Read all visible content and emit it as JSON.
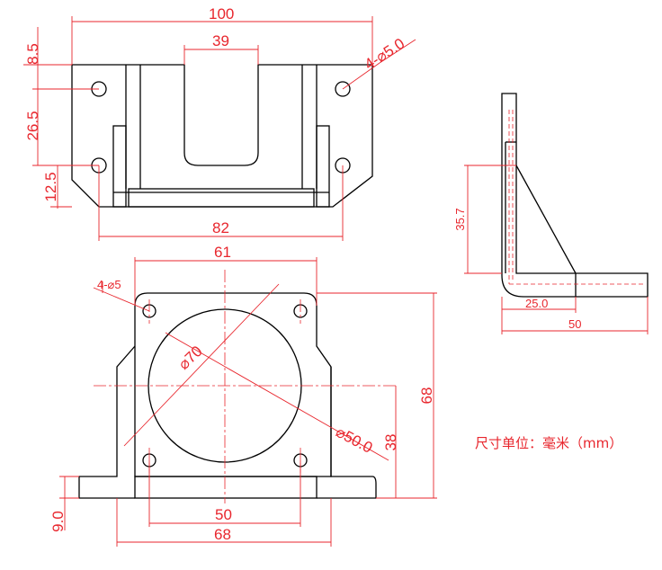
{
  "top_view": {
    "overall_width": "100",
    "slot_width": "39",
    "hole_spec": "4-⌀5.0",
    "hole_edge_offset": "8.5",
    "hole_spacing": "26.5",
    "hole_bottom_offset": "12.5",
    "hole_center_width": "82"
  },
  "front_view": {
    "hole_spec": "4-⌀5",
    "hole_center_width": "61",
    "bolt_circle": "⌀70",
    "bore": "⌀50.0",
    "height": "68",
    "center_height": "38",
    "base_thickness": "9.0",
    "base_hole_spacing": "50",
    "base_width": "68"
  },
  "side_view": {
    "height": "35.7",
    "inner_length": "25.0",
    "overall_length": "50"
  },
  "note": "尺寸单位：毫米（mm）"
}
